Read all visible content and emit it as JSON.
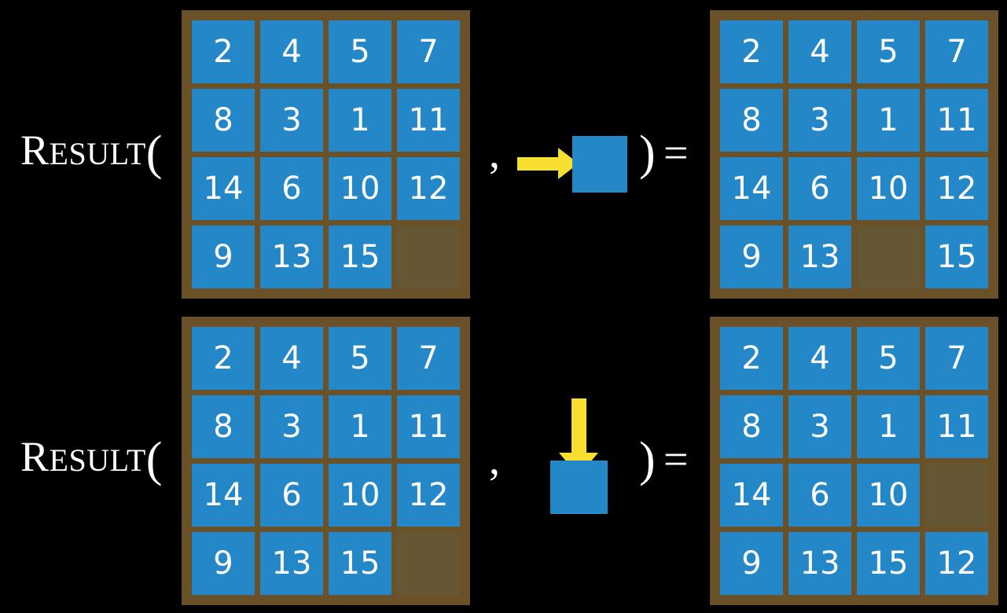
{
  "colors": {
    "background": "#000000",
    "board": "#6b5128",
    "tile": "#2488c8",
    "empty_cell": "#655734",
    "arrow": "#f7df30",
    "text": "#ffffff"
  },
  "notation": {
    "result_cap": "R",
    "result_rest": "ESULT",
    "open_paren": "(",
    "comma": ",",
    "close_paren": ")",
    "equals": "="
  },
  "rows": [
    {
      "id": "row-1",
      "label": "RESULT(",
      "action": {
        "name": "move-right",
        "direction": "right",
        "glyph": "arrow-right-into-square"
      },
      "input_grid": {
        "rows": 4,
        "cols": 4,
        "cells": [
          [
            "2",
            "4",
            "5",
            "7"
          ],
          [
            "8",
            "3",
            "1",
            "11"
          ],
          [
            "14",
            "6",
            "10",
            "12"
          ],
          [
            "9",
            "13",
            "15",
            ""
          ]
        ],
        "blank_position": [
          3,
          3
        ]
      },
      "output_grid": {
        "rows": 4,
        "cols": 4,
        "cells": [
          [
            "2",
            "4",
            "5",
            "7"
          ],
          [
            "8",
            "3",
            "1",
            "11"
          ],
          [
            "14",
            "6",
            "10",
            "12"
          ],
          [
            "9",
            "13",
            "",
            "15"
          ]
        ],
        "blank_position": [
          3,
          2
        ]
      }
    },
    {
      "id": "row-2",
      "label": "RESULT(",
      "action": {
        "name": "move-down",
        "direction": "down",
        "glyph": "arrow-down-into-square"
      },
      "input_grid": {
        "rows": 4,
        "cols": 4,
        "cells": [
          [
            "2",
            "4",
            "5",
            "7"
          ],
          [
            "8",
            "3",
            "1",
            "11"
          ],
          [
            "14",
            "6",
            "10",
            "12"
          ],
          [
            "9",
            "13",
            "15",
            ""
          ]
        ],
        "blank_position": [
          3,
          3
        ]
      },
      "output_grid": {
        "rows": 4,
        "cols": 4,
        "cells": [
          [
            "2",
            "4",
            "5",
            "7"
          ],
          [
            "8",
            "3",
            "1",
            "11"
          ],
          [
            "14",
            "6",
            "10",
            ""
          ],
          [
            "9",
            "13",
            "15",
            "12"
          ]
        ],
        "blank_position": [
          2,
          3
        ]
      }
    }
  ]
}
